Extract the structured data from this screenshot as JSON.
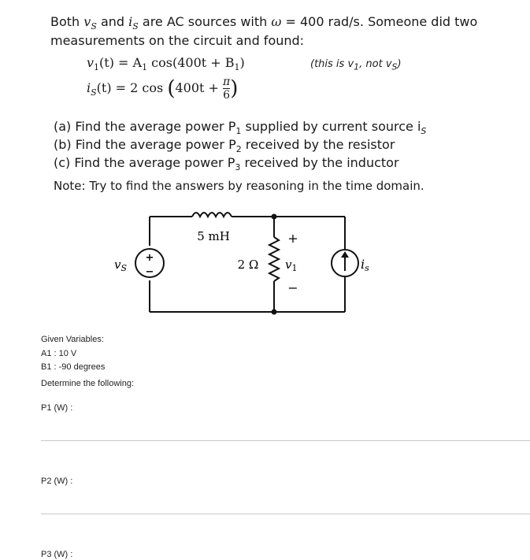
{
  "problem": {
    "intro_line1_prefix": "Both ",
    "intro_line1_mid": " and ",
    "intro_line1_suffix": " are AC sources with ",
    "omega_value": " = 400 rad/s. Someone did two",
    "intro_line2": "measurements on the circuit and found:",
    "v1_equation": "(t) = A",
    "v1_equation_rest": " cos(400t + B",
    "v1_note": "(this is v",
    "v1_note_mid": ", not v",
    "is_equation": "(t) = 2 cos",
    "is_equation_inner": "400t + ",
    "frac_num": "π",
    "frac_den": "6",
    "part_a": "(a) Find the average power P",
    "part_a_rest": " supplied by current source i",
    "part_b": "(b) Find the average power P",
    "part_b_rest": " received by the resistor",
    "part_c": "(c) Find the average power P",
    "part_c_rest": " received by the inductor",
    "note": "Note: Try to find the answers by reasoning in the time domain."
  },
  "circuit": {
    "inductor_label": "5 mH",
    "resistor_label": "2 Ω",
    "vs_label": "v",
    "vs_sub": "S",
    "v1_label": "v",
    "v1_sub": "1",
    "is_label": "i",
    "is_sub": "s",
    "plus": "+",
    "minus": "−"
  },
  "given": {
    "header": "Given Variables:",
    "a1": "A1 : 10 V",
    "b1": "B1 : -90 degrees",
    "determine": "Determine the following:"
  },
  "answers": [
    {
      "label": "P1 (W) :",
      "value": ""
    },
    {
      "label": "P2 (W) :",
      "value": ""
    },
    {
      "label": "P3 (W) :",
      "value": ""
    }
  ]
}
